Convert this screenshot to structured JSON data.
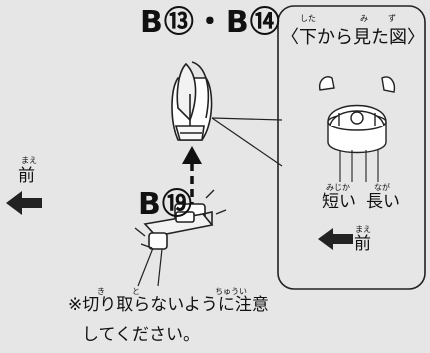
{
  "main_parts_label": "B⑬・B⑭",
  "lower_part_label": "B⑲",
  "bottom_view": {
    "heading": "〈下から見た図〉",
    "furigana_shita": "した",
    "furigana_mi": "み",
    "furigana_zu": "ず",
    "short_label": "短い",
    "short_furigana": "みじか",
    "long_label": "長い",
    "long_furigana": "なが",
    "front_label": "前",
    "front_furigana": "まえ"
  },
  "left_front": {
    "label": "前",
    "furigana": "まえ"
  },
  "note": {
    "line1": "※切り取らないように注意",
    "line2": "してください。",
    "furi_ki": "き",
    "furi_to": "と",
    "furi_chuui": "ちゅうい"
  }
}
